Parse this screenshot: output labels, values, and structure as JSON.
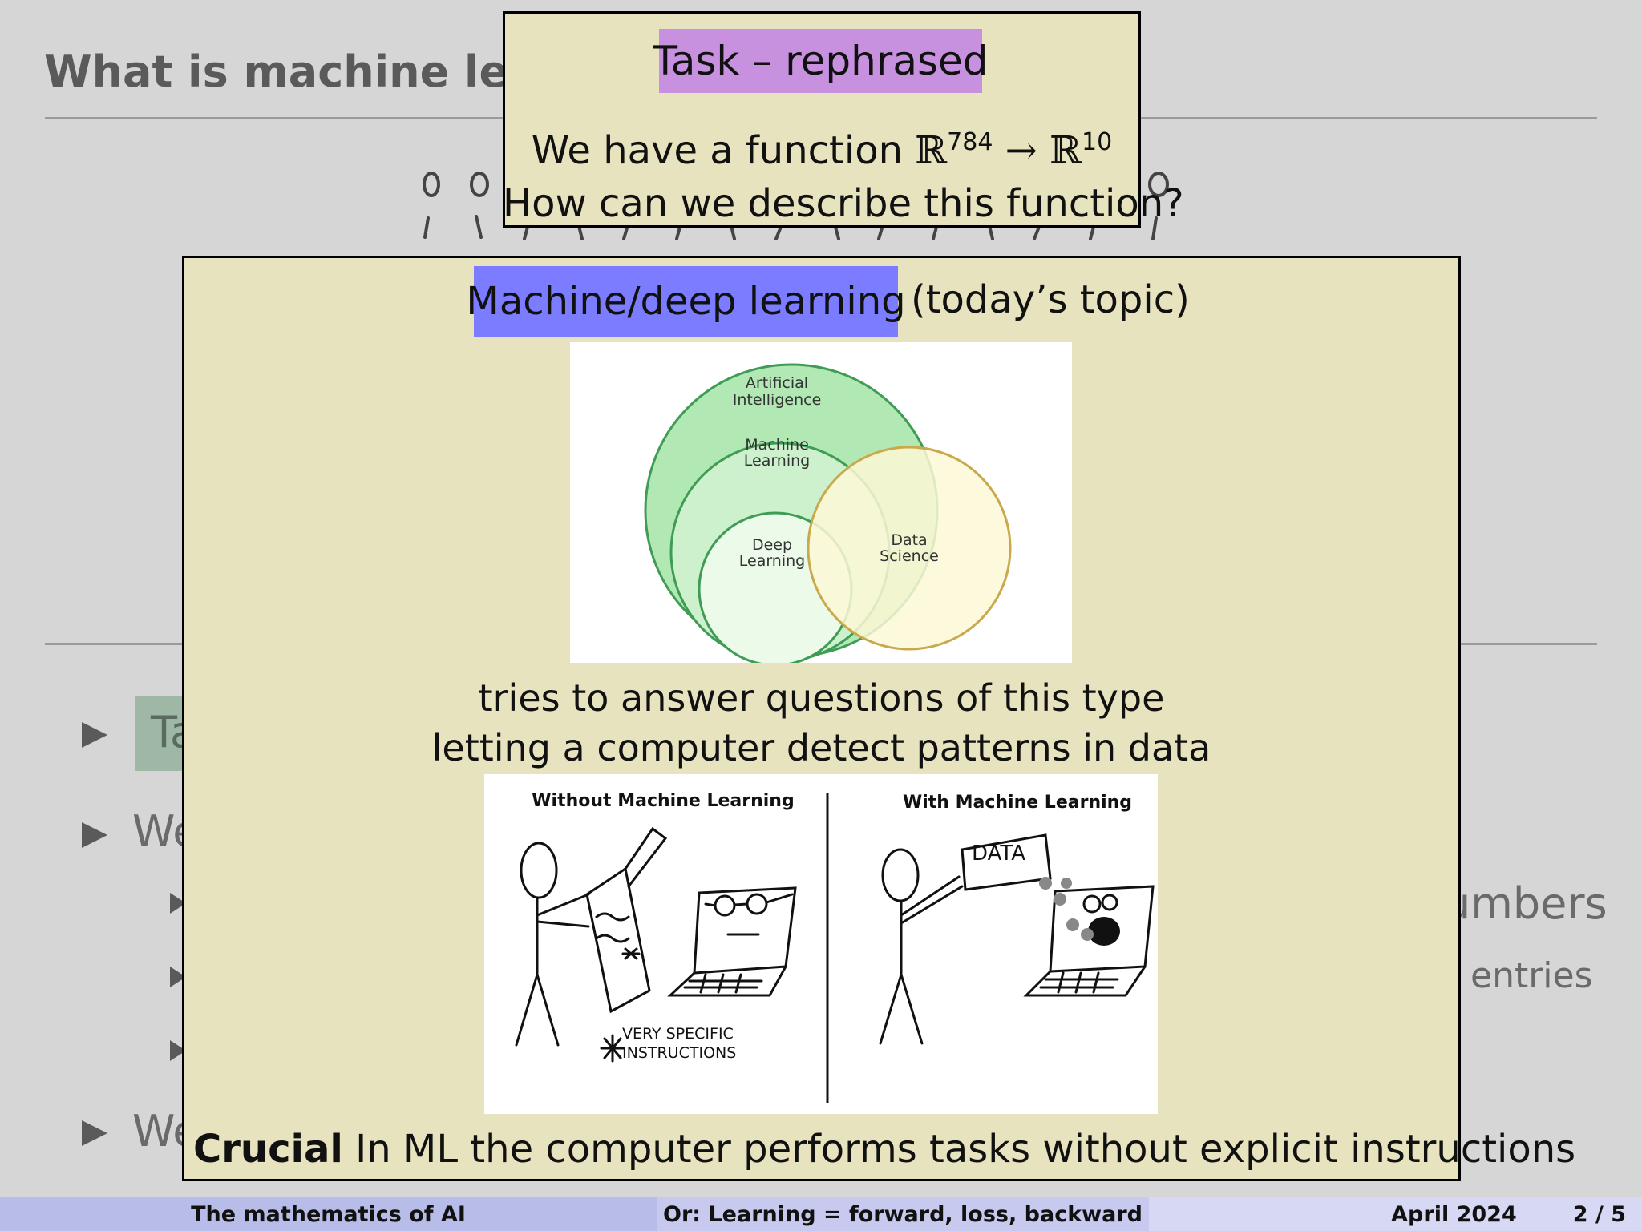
{
  "slide": {
    "title": "What is machine learn",
    "bg_fragments": {
      "task_fragment": "Ta",
      "we_fragment_1": "We",
      "we_fragment_2": "We",
      "numbers_fragment": "umbers",
      "entries_fragment": "entries"
    }
  },
  "task_box": {
    "title": "Task – rephrased",
    "line1_prefix": "We have a function ",
    "line1_math": "ℝ",
    "line1_sup1": "784",
    "line1_arrow": " → ",
    "line1_math2": "ℝ",
    "line1_sup2": "10",
    "line2": "How can we describe this function?"
  },
  "ml_box": {
    "highlight": "Machine/deep learning",
    "suffix": "(today’s topic)",
    "venn": {
      "ai": [
        "Artificial",
        "Intelligence"
      ],
      "ml": [
        "Machine",
        "Learning"
      ],
      "dl": [
        "Deep",
        "Learning"
      ],
      "ds": [
        "Data",
        "Science"
      ]
    },
    "line1": "tries to answer questions of this type",
    "line2": "letting a computer detect patterns in data",
    "comic": {
      "left_title": "Without Machine Learning",
      "right_title": "With Machine Learning",
      "data_label": "DATA",
      "note_line1": "VERY SPECIFIC",
      "note_line2": "INSTRUCTIONS"
    },
    "crucial_label": "Crucial",
    "crucial_text": " In ML the computer performs tasks without explicit instructions"
  },
  "footer": {
    "left": "The mathematics of AI",
    "middle": "Or: Learning = forward, loss, backward",
    "date": "April 2024",
    "page": "2  / 5"
  },
  "colors": {
    "task_title_bg": "#c891e0",
    "ml_title_bg": "#7b7cff",
    "box_bg": "#e6e3be"
  }
}
